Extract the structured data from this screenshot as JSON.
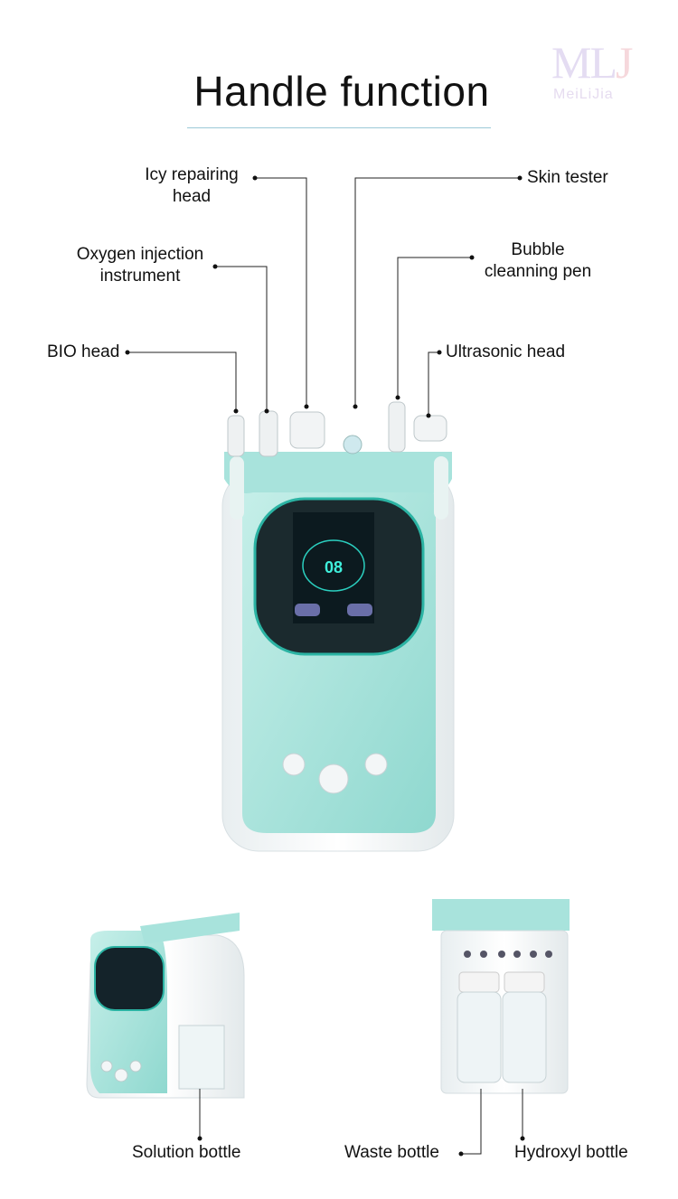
{
  "title": "Handle function",
  "logo": {
    "mark": "MLJ",
    "name": "MeiLiJia"
  },
  "labels": {
    "icy": [
      "Icy repairing",
      "head"
    ],
    "skin": "Skin tester",
    "oxygen": [
      "Oxygen injection",
      "instrument"
    ],
    "bubble": [
      "Bubble",
      "cleanning pen"
    ],
    "bio": "BIO head",
    "ultrasonic": "Ultrasonic head",
    "solution": "Solution bottle",
    "waste": "Waste bottle",
    "hydroxyl": "Hydroxyl bottle"
  },
  "screen": {
    "value": "08"
  },
  "colors": {
    "mint": "#a8e3dc",
    "teal": "#2bb3a3",
    "screen": "#0c1a1f"
  }
}
